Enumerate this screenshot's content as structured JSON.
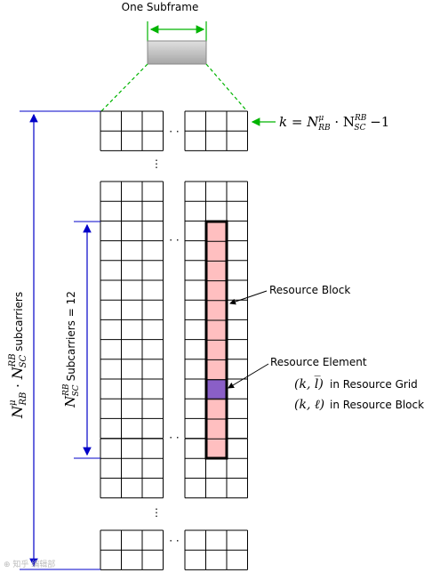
{
  "title": "One Subframe",
  "k_label": {
    "lhs": "k = N",
    "sup1": "μ",
    "sub1": "RB",
    "mid": " · N",
    "sup2": "RB",
    "sub2": "SC",
    "rhs": " −1"
  },
  "resource_block": {
    "label": "Resource Block"
  },
  "resource_element": {
    "label": "Resource Element",
    "grid_tuple": "(k, l̅)",
    "grid_text": "in Resource Grid",
    "block_tuple": "(k, ℓ)",
    "block_text": "in Resource Block"
  },
  "rb_span": {
    "base": "N",
    "sup": "RB",
    "sub": "SC",
    "text": "Subcarriers = 12"
  },
  "grid_span": {
    "base1": "N",
    "sup1": "μ",
    "sub1": "RB",
    "dot": " · ",
    "base2": "N",
    "sup2": "RB",
    "sub2": "SC",
    "text": "subcarriers"
  },
  "ellipsis": "· ·",
  "vdots": "⋮",
  "watermark": "⊕ 知乎 编辑部",
  "colors": {
    "resource_block_fill": "#ffbfc0",
    "resource_element_fill": "#8a5fc7",
    "arrow_green": "#00b400",
    "arrow_blue": "#0000c8"
  }
}
